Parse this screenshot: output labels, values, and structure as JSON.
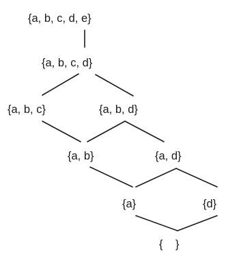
{
  "diagram": {
    "nodes": [
      {
        "id": "abcde",
        "label": "{a, b, c, d, e}"
      },
      {
        "id": "abcd",
        "label": "{a, b, c, d}"
      },
      {
        "id": "abc",
        "label": "{a, b, c}"
      },
      {
        "id": "abd",
        "label": "{a, b, d}"
      },
      {
        "id": "ab",
        "label": "{a, b}"
      },
      {
        "id": "ad",
        "label": "{a, d}"
      },
      {
        "id": "a",
        "label": "{a}"
      },
      {
        "id": "d",
        "label": "{d}"
      },
      {
        "id": "empty",
        "label": "{    }"
      }
    ]
  }
}
